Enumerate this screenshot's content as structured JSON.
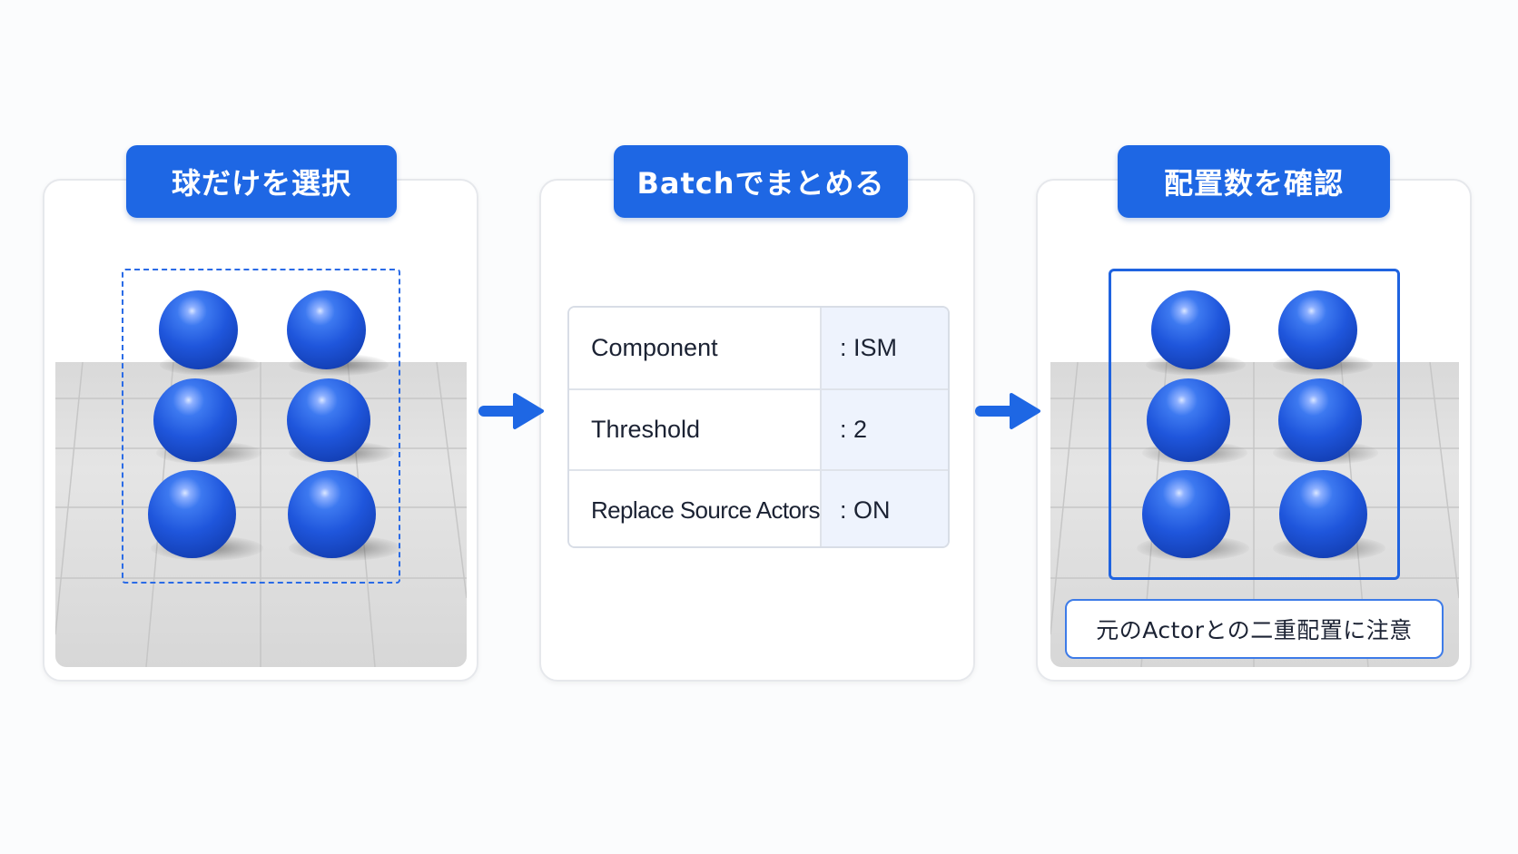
{
  "steps": [
    {
      "title": "球だけを選択"
    },
    {
      "title": "Batchでまとめる"
    },
    {
      "title": "配置数を確認"
    }
  ],
  "settings": [
    {
      "key": "Component",
      "value": ": ISM"
    },
    {
      "key": "Threshold",
      "value": ": 2"
    },
    {
      "key": "Replace Source Actors",
      "value": ": ON"
    }
  ],
  "note": "元のActorとの二重配置に注意",
  "colors": {
    "accent": "#1e67e4",
    "sphere": "#1f56dc",
    "floor": "#d9d9d9",
    "value_cell": "#eef3fd"
  },
  "icons": {
    "flow_arrow": "arrow-right-icon"
  }
}
